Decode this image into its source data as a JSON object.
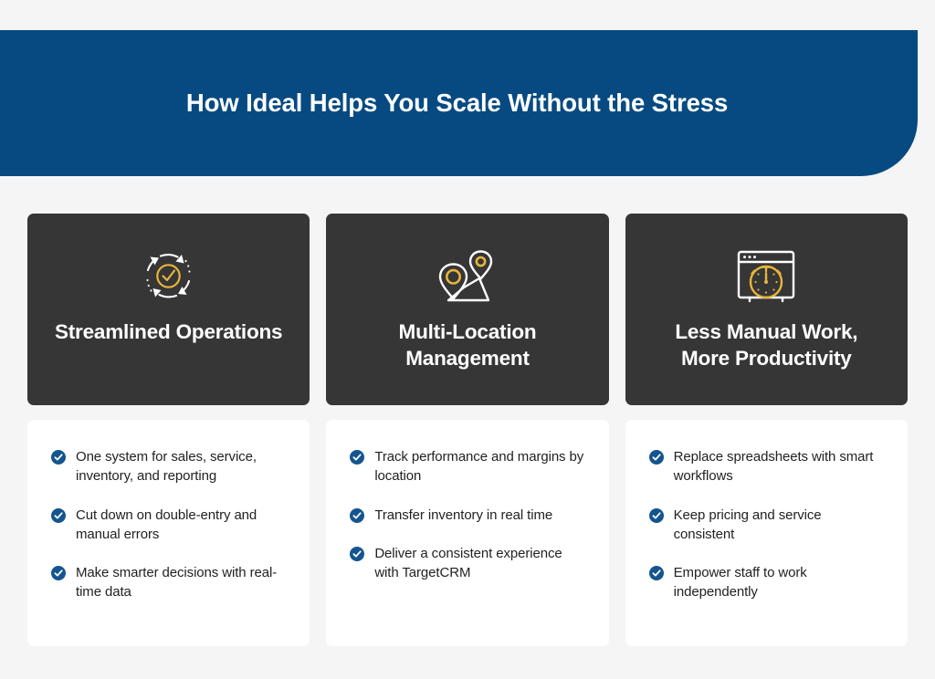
{
  "header": {
    "title": "How Ideal Helps You Scale Without the Stress",
    "background_color": "#064a81",
    "text_color": "#ffffff"
  },
  "theme": {
    "page_background": "#f5f5f6",
    "card_dark": "#363636",
    "card_light": "#ffffff",
    "accent_blue": "#14558f",
    "accent_yellow": "#e8b53c",
    "icon_stroke": "#ffffff"
  },
  "columns": [
    {
      "icon": "circular-arrows-check-icon",
      "title": "Streamlined Operations",
      "bullets": [
        "One system for sales, service, inventory, and reporting",
        "Cut down on double-entry and manual errors",
        "Make smarter decisions with real-time data"
      ]
    },
    {
      "icon": "map-pins-route-icon",
      "title": "Multi-Location\nManagement",
      "bullets": [
        "Track performance and margins by location",
        "Transfer inventory in real time",
        "Deliver a consistent experience with TargetCRM"
      ]
    },
    {
      "icon": "browser-stopwatch-icon",
      "title": "Less Manual Work,\nMore Productivity",
      "bullets": [
        "Replace spreadsheets with smart workflows",
        "Keep pricing and service consistent",
        "Empower staff to work independently"
      ]
    }
  ]
}
